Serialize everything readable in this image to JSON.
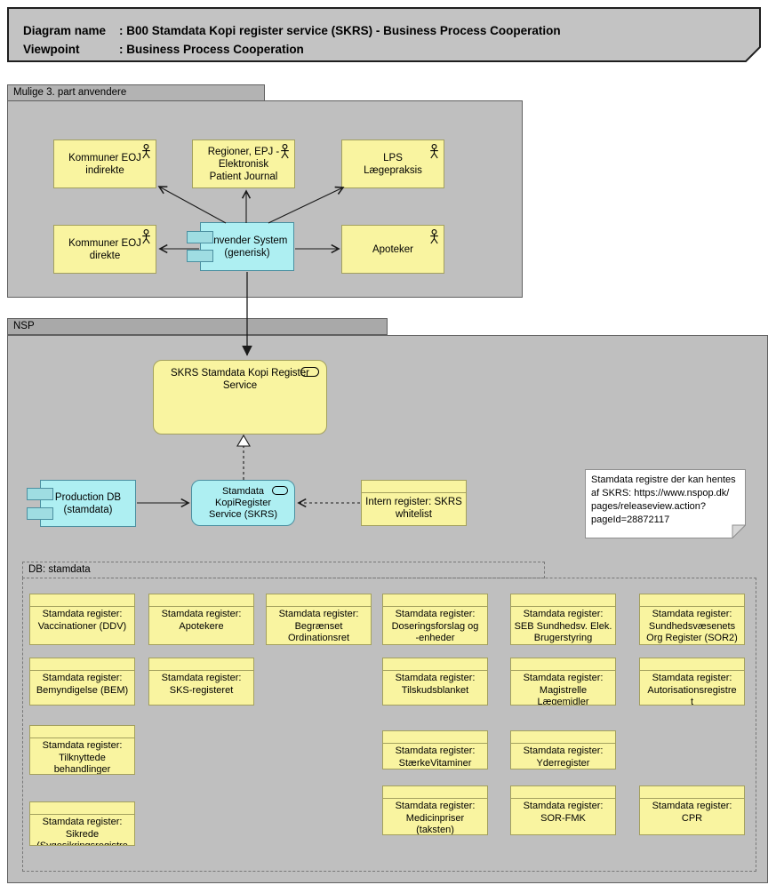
{
  "header": {
    "line1_label": "Diagram name",
    "line1_value": ": B00 Stamdata Kopi register service (SKRS) - Business Process Cooperation",
    "line2_label": "Viewpoint",
    "line2_value": ": Business Process Cooperation"
  },
  "colors": {
    "group_body": "#bfbfbf",
    "group_tab_mulige": "#b3b3b3",
    "group_tab_nsp": "#a9a9a9",
    "element_yellow": "#f9f4a0",
    "element_yellow_border": "#a3a05e",
    "element_cyan": "#aeeff2",
    "element_cyan_border": "#4b8fa0",
    "note_fill": "#ffffff",
    "line": "#1a1a1a"
  },
  "icons": {
    "actor": "business-actor-icon",
    "service": "service-icon",
    "component": "component-icon",
    "note": "folded-corner-note"
  },
  "groups": {
    "third_party": {
      "label": "Mulige 3. part anvendere",
      "actors": [
        {
          "label": "Kommuner EOJ\nindirekte"
        },
        {
          "label": "Regioner, EPJ -\nElektronisk\nPatient Journal"
        },
        {
          "label": "LPS\nLægepraksis"
        },
        {
          "label": "Kommuner EOJ\ndirekte"
        },
        {
          "label": "Apoteker"
        }
      ],
      "system": {
        "label": "Anvender System\n(generisk)"
      }
    },
    "nsp": {
      "label": "NSP",
      "skrs_service": {
        "label": "SKRS Stamdata Kopi Register\nService"
      },
      "production_db": {
        "label": "Production DB\n(stamdata)"
      },
      "kopiregister": {
        "label": "Stamdata\nKopiRegister\nService (SKRS)"
      },
      "intern_register": {
        "label": "Intern register: SKRS\nwhitelist"
      },
      "note": {
        "text": "Stamdata registre der kan hentes\naf SKRS: https://www.nspop.dk/\npages/releaseview.action?\npageId=28872117"
      },
      "db_group": {
        "label": "DB: stamdata",
        "registers": [
          {
            "label": "Stamdata register:\nVaccinationer (DDV)"
          },
          {
            "label": "Stamdata register:\nApotekere"
          },
          {
            "label": "Stamdata register:\nBegrænset\nOrdinationsret"
          },
          {
            "label": "Stamdata register:\nDoseringsforslag og\n-enheder"
          },
          {
            "label": "Stamdata register:\nSEB Sundhedsv. Elek.\nBrugerstyring"
          },
          {
            "label": "Stamdata register:\nSundhedsvæsenets\nOrg Register (SOR2)"
          },
          {
            "label": "Stamdata register:\nBemyndigelse (BEM)"
          },
          {
            "label": "Stamdata register:\nSKS-registeret"
          },
          {
            "label": "Stamdata register:\nTilskudsblanket"
          },
          {
            "label": "Stamdata register:\nMagistrelle\nLægemidler"
          },
          {
            "label": "Stamdata register:\nAutorisationsregistre\nt"
          },
          {
            "label": "Stamdata register:\nTilknyttede\nbehandlinger"
          },
          {
            "label": "Stamdata register:\nStærkeVitaminer"
          },
          {
            "label": "Stamdata register:\nYderregister"
          },
          {
            "label": "Stamdata register:\nSikrede\n(Sygesikringsregistre"
          },
          {
            "label": "Stamdata register:\nMedicinpriser\n(taksten)"
          },
          {
            "label": "Stamdata register:\nSOR-FMK"
          },
          {
            "label": "Stamdata register:\nCPR"
          }
        ]
      }
    }
  },
  "relationships": [
    {
      "from": "anvender-system",
      "to": "kommuner-eoj-indirekte",
      "type": "solid-arrow"
    },
    {
      "from": "anvender-system",
      "to": "regioner-epj",
      "type": "solid-arrow"
    },
    {
      "from": "anvender-system",
      "to": "lps-laegepraksis",
      "type": "solid-arrow"
    },
    {
      "from": "anvender-system",
      "to": "kommuner-eoj-direkte",
      "type": "solid-arrow"
    },
    {
      "from": "anvender-system",
      "to": "apoteker",
      "type": "solid-arrow"
    },
    {
      "from": "anvender-system",
      "to": "skrs-stamdata-kopi-register-service",
      "type": "solid-filled-arrow"
    },
    {
      "from": "stamdata-kopiregister-service",
      "to": "skrs-stamdata-kopi-register-service",
      "type": "realization"
    },
    {
      "from": "production-db",
      "to": "stamdata-kopiregister-service",
      "type": "solid-arrow"
    },
    {
      "from": "intern-register-skrs-whitelist",
      "to": "stamdata-kopiregister-service",
      "type": "dashed-arrow"
    }
  ]
}
